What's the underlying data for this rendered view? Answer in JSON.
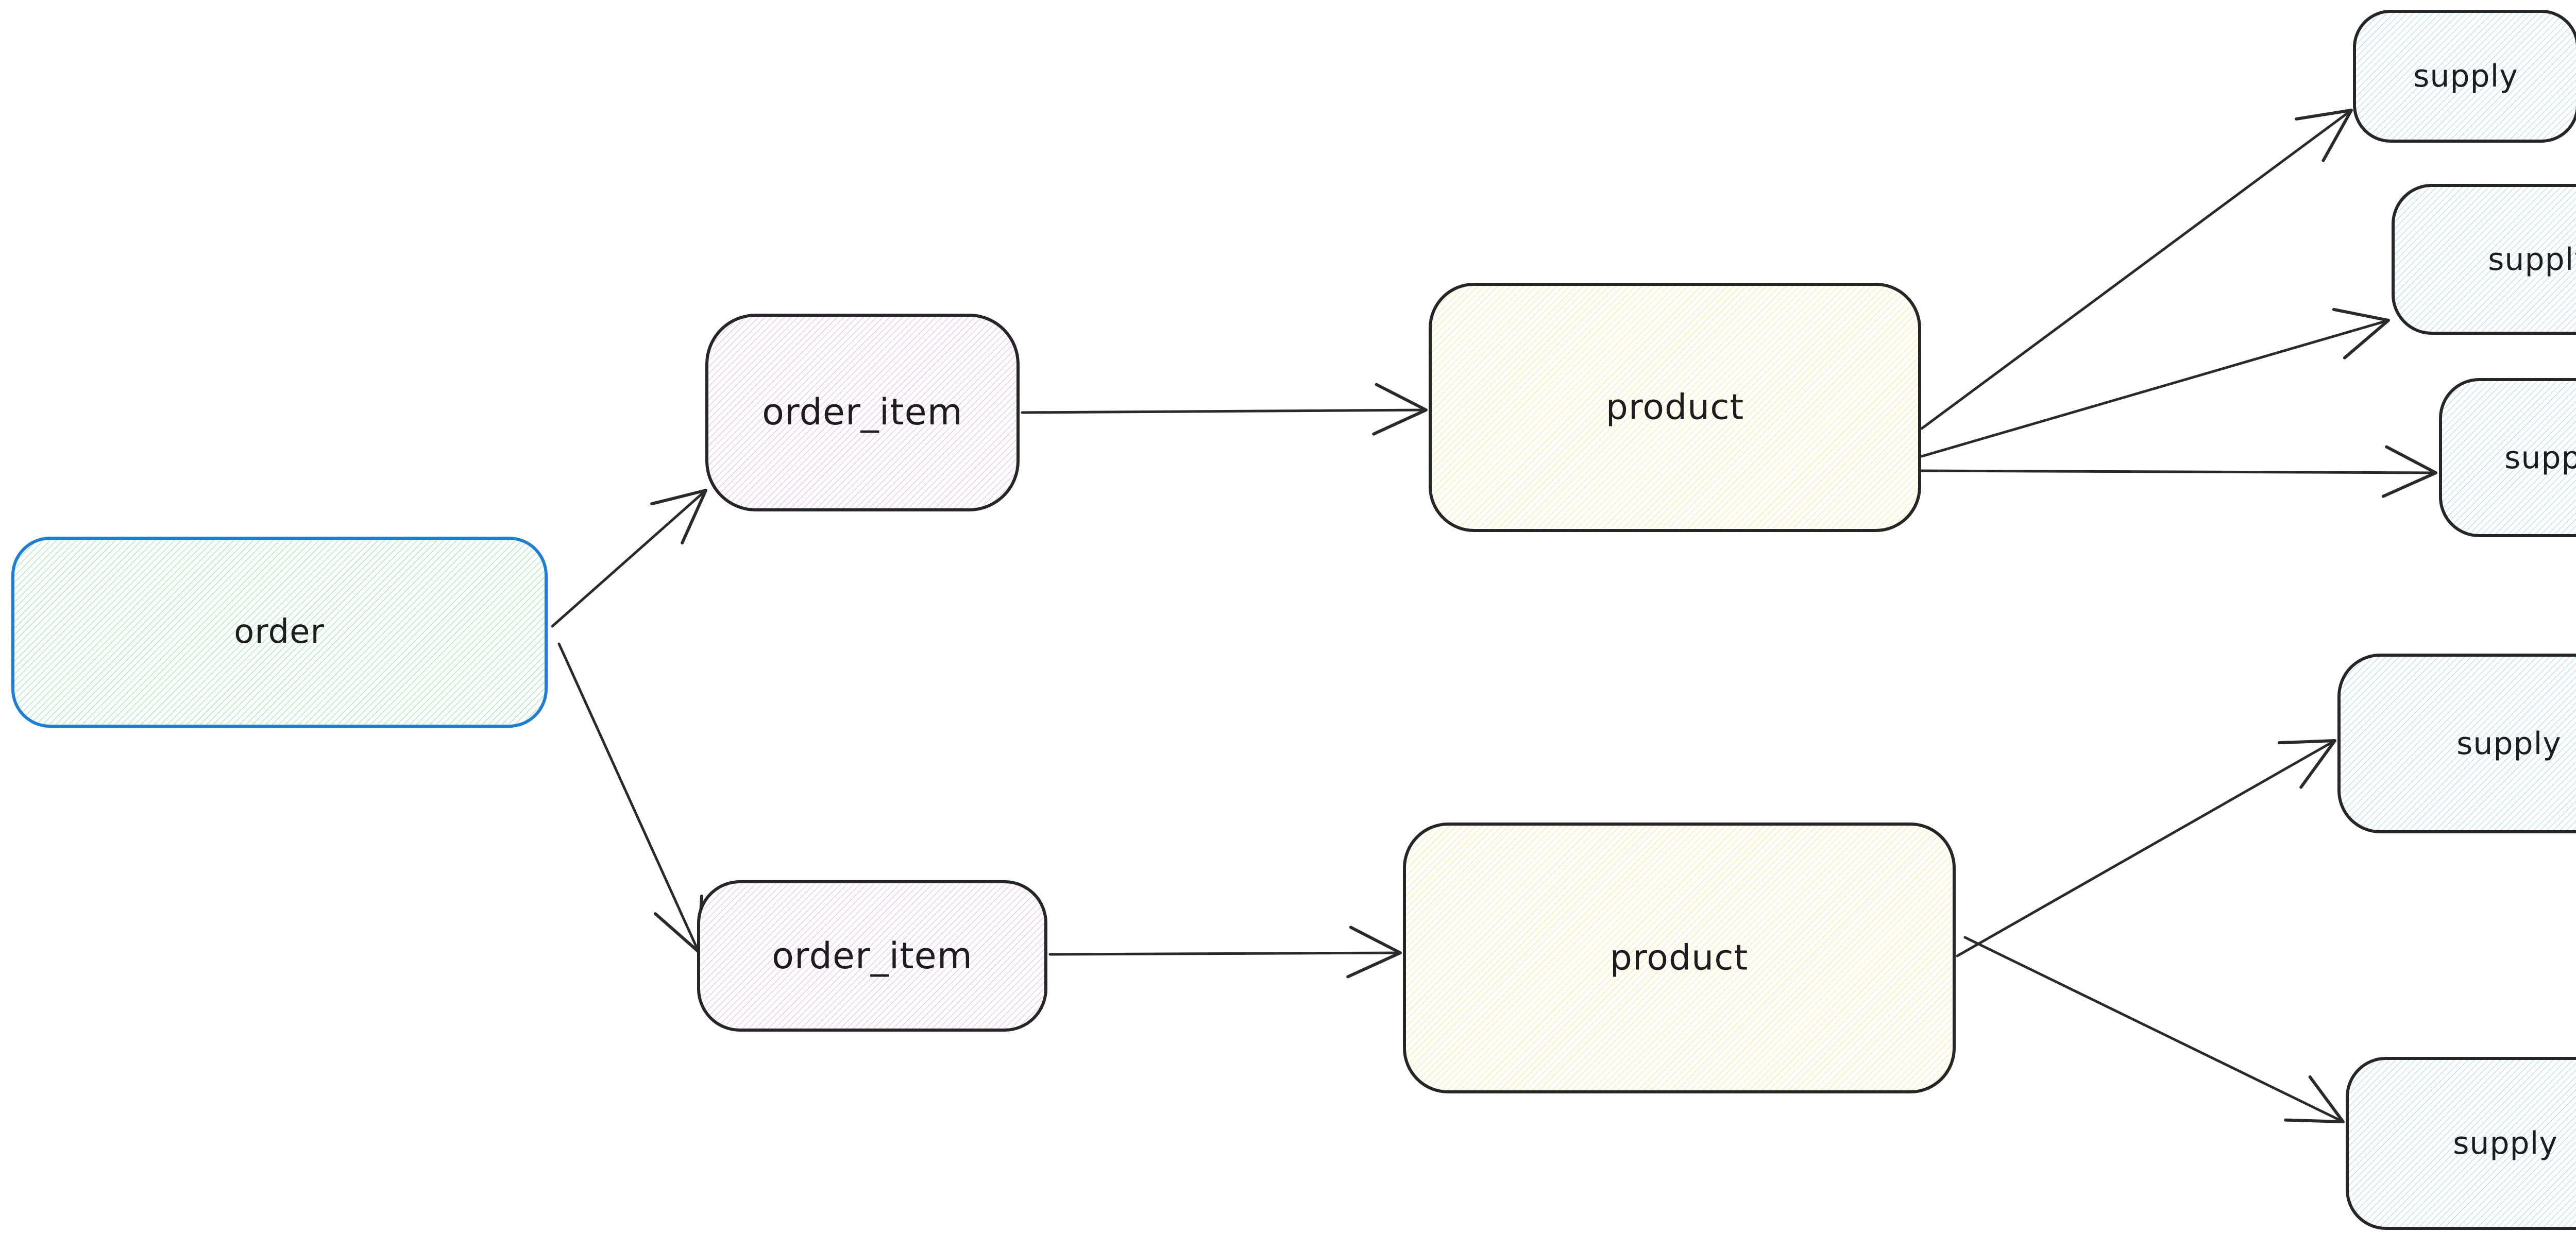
{
  "diagram": {
    "type": "flow-diagram",
    "background": "#ffffff",
    "palette": {
      "stroke_dark": "#262626",
      "order_border_blue": "#1c7ed6",
      "hatch_green": "#85e3a4",
      "hatch_violet": "#efa9f3",
      "hatch_yellow": "#ffe282",
      "hatch_blue": "#9fd4fb",
      "text_color": "#1d1d1d"
    },
    "nodes": {
      "order": {
        "label": "order"
      },
      "order_item_top": {
        "label": "order_item"
      },
      "order_item_bottom": {
        "label": "order_item"
      },
      "product_top": {
        "label": "product"
      },
      "product_bottom": {
        "label": "product"
      },
      "supply_1": {
        "label": "supply"
      },
      "supply_2": {
        "label": "supply"
      },
      "supply_3": {
        "label": "supply"
      },
      "supply_4": {
        "label": "supply"
      },
      "supply_5": {
        "label": "supply"
      }
    },
    "edges": [
      {
        "from": "order",
        "to": "order_item_top"
      },
      {
        "from": "order",
        "to": "order_item_bottom"
      },
      {
        "from": "order_item_top",
        "to": "product_top"
      },
      {
        "from": "order_item_bottom",
        "to": "product_bottom"
      },
      {
        "from": "product_top",
        "to": "supply_1"
      },
      {
        "from": "product_top",
        "to": "supply_2"
      },
      {
        "from": "product_top",
        "to": "supply_3"
      },
      {
        "from": "product_bottom",
        "to": "supply_4"
      },
      {
        "from": "product_bottom",
        "to": "supply_5"
      }
    ]
  }
}
